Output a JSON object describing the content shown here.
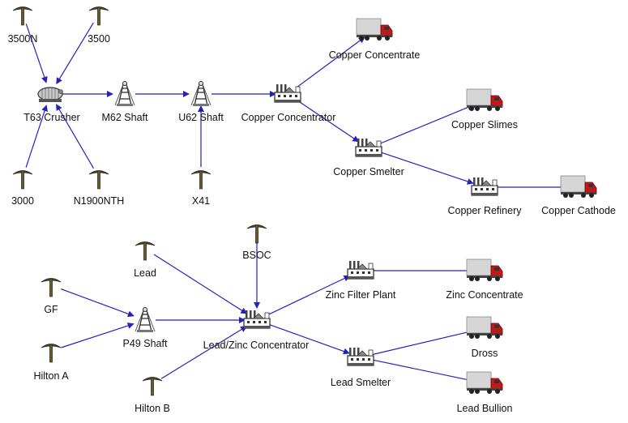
{
  "colors": {
    "edge": "#2222bb",
    "pick_head": "#4a4a1c",
    "pick_handle": "#6b5a2a",
    "truck_cab": "#c41818",
    "truck_box": "#d6d6d6",
    "factory": "#2a2a2a"
  },
  "nodes": [
    {
      "id": "n3500N",
      "label": "3500N",
      "icon": "pickaxe-icon"
    },
    {
      "id": "n3500",
      "label": "3500",
      "icon": "pickaxe-icon"
    },
    {
      "id": "crusher",
      "label": "T63 Crusher",
      "icon": "crusher-icon"
    },
    {
      "id": "m62",
      "label": "M62 Shaft",
      "icon": "headframe-icon"
    },
    {
      "id": "u62",
      "label": "U62 Shaft",
      "icon": "headframe-icon"
    },
    {
      "id": "cuconc",
      "label": "Copper Concentrator",
      "icon": "factory-icon"
    },
    {
      "id": "cuconcentrate",
      "label": "Copper Concentrate",
      "icon": "truck-icon"
    },
    {
      "id": "cusmelter",
      "label": "Copper Smelter",
      "icon": "factory-icon"
    },
    {
      "id": "cuslimes",
      "label": "Copper Slimes",
      "icon": "truck-icon"
    },
    {
      "id": "curefinery",
      "label": "Copper Refinery",
      "icon": "factory-icon"
    },
    {
      "id": "cucathode",
      "label": "Copper Cathode",
      "icon": "truck-icon"
    },
    {
      "id": "n3000",
      "label": "3000",
      "icon": "pickaxe-icon"
    },
    {
      "id": "n1900",
      "label": "N1900NTH",
      "icon": "pickaxe-icon"
    },
    {
      "id": "x41",
      "label": "X41",
      "icon": "pickaxe-icon"
    },
    {
      "id": "bsoc",
      "label": "BSOC",
      "icon": "pickaxe-icon"
    },
    {
      "id": "lead",
      "label": "Lead",
      "icon": "pickaxe-icon"
    },
    {
      "id": "gf",
      "label": "GF",
      "icon": "pickaxe-icon"
    },
    {
      "id": "p49",
      "label": "P49 Shaft",
      "icon": "headframe-icon"
    },
    {
      "id": "hiltona",
      "label": "Hilton A",
      "icon": "pickaxe-icon"
    },
    {
      "id": "hiltonb",
      "label": "Hilton B",
      "icon": "pickaxe-icon"
    },
    {
      "id": "lzconc",
      "label": "Lead/Zinc Concentrator",
      "icon": "factory-icon"
    },
    {
      "id": "zincfilter",
      "label": "Zinc Filter Plant",
      "icon": "factory-icon"
    },
    {
      "id": "zincconc",
      "label": "Zinc Concentrate",
      "icon": "truck-icon"
    },
    {
      "id": "leadsmelter",
      "label": "Lead Smelter",
      "icon": "factory-icon"
    },
    {
      "id": "dross",
      "label": "Dross",
      "icon": "truck-icon"
    },
    {
      "id": "leadbullion",
      "label": "Lead Bullion",
      "icon": "truck-icon"
    }
  ],
  "edges": [
    {
      "from": "n3500N",
      "to": "crusher"
    },
    {
      "from": "n3500",
      "to": "crusher"
    },
    {
      "from": "n3000",
      "to": "crusher"
    },
    {
      "from": "n1900",
      "to": "crusher"
    },
    {
      "from": "crusher",
      "to": "m62"
    },
    {
      "from": "m62",
      "to": "u62"
    },
    {
      "from": "x41",
      "to": "u62"
    },
    {
      "from": "u62",
      "to": "cuconc"
    },
    {
      "from": "cuconc",
      "to": "cuconcentrate"
    },
    {
      "from": "cuconc",
      "to": "cusmelter"
    },
    {
      "from": "cusmelter",
      "to": "cuslimes"
    },
    {
      "from": "cusmelter",
      "to": "curefinery"
    },
    {
      "from": "curefinery",
      "to": "cucathode"
    },
    {
      "from": "lead",
      "to": "lzconc"
    },
    {
      "from": "bsoc",
      "to": "lzconc"
    },
    {
      "from": "gf",
      "to": "p49"
    },
    {
      "from": "hiltona",
      "to": "p49"
    },
    {
      "from": "p49",
      "to": "lzconc"
    },
    {
      "from": "hiltonb",
      "to": "lzconc"
    },
    {
      "from": "lzconc",
      "to": "zincfilter"
    },
    {
      "from": "lzconc",
      "to": "leadsmelter"
    },
    {
      "from": "zincfilter",
      "to": "zincconc"
    },
    {
      "from": "leadsmelter",
      "to": "dross"
    },
    {
      "from": "leadsmelter",
      "to": "leadbullion"
    }
  ]
}
